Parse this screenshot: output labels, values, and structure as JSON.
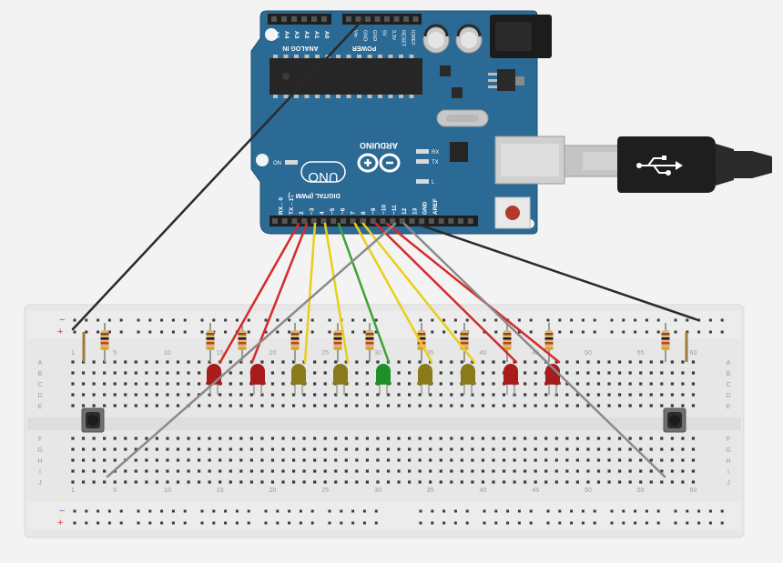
{
  "arduino": {
    "brand": "ARDUINO",
    "model": "UNO",
    "analog_header_label": "ANALOG IN",
    "power_header_label": "POWER",
    "digital_header_label": "DIGITAL (PWM ~)",
    "on_label": "ON",
    "rx_label": "RX",
    "tx_label": "TX",
    "l_label": "L",
    "analog_pins": [
      "A0",
      "A1",
      "A2",
      "A3",
      "A4",
      "A5"
    ],
    "power_pins": [
      "IOREF",
      "RESET",
      "3.3V",
      "5V",
      "GND",
      "GND",
      "Vin"
    ],
    "digital_pins": [
      "AREF",
      "GND",
      "13",
      "12",
      "~11",
      "~10",
      "~9",
      "8",
      "7",
      "~6",
      "~5",
      "4",
      "~3",
      "2",
      "TX→1",
      "RX←0"
    ],
    "board_color": "#2b6a95"
  },
  "breadboard": {
    "column_numbers": [
      "1",
      "5",
      "10",
      "15",
      "20",
      "25",
      "30",
      "35",
      "40",
      "45",
      "50",
      "55",
      "60"
    ],
    "row_letters_top": [
      "A",
      "B",
      "C",
      "D",
      "E"
    ],
    "row_letters_bottom": [
      "F",
      "G",
      "H",
      "I",
      "J"
    ],
    "rail_minus": "−",
    "rail_plus": "+"
  },
  "leds": [
    {
      "color": "red"
    },
    {
      "color": "red"
    },
    {
      "color": "yellow"
    },
    {
      "color": "yellow"
    },
    {
      "color": "green"
    },
    {
      "color": "yellow"
    },
    {
      "color": "yellow"
    },
    {
      "color": "red"
    },
    {
      "color": "red"
    }
  ],
  "colors": {
    "wire_red": "#d42a2a",
    "wire_yellow": "#e8cf1a",
    "wire_green": "#3aa33a",
    "wire_black": "#2a2a2a",
    "wire_gray": "#8a8a8a",
    "led_red": "#a81c1c",
    "led_yellow": "#8a7a1a",
    "led_green": "#1f8f2a"
  },
  "usb_icon": "usb-icon"
}
